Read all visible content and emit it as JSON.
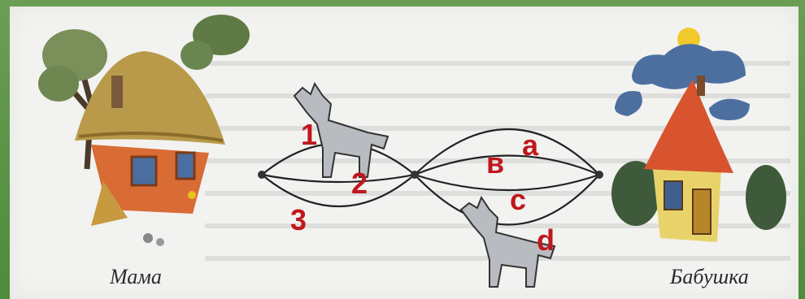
{
  "captions": {
    "left": "Мама",
    "right": "Бабушка"
  },
  "path_labels": {
    "first": [
      "1",
      "2",
      "3"
    ],
    "second": [
      "a",
      "в",
      "c",
      "d"
    ]
  },
  "colors": {
    "label": "#c0171c",
    "frame": "#4f8a3e",
    "paper": "#f2f2f0",
    "line": "#222222"
  },
  "icons": [
    "left-house-icon",
    "right-house-icon",
    "wolf-icon-top",
    "wolf-icon-bottom",
    "tree-icon",
    "cloud-icon",
    "sun-icon"
  ]
}
